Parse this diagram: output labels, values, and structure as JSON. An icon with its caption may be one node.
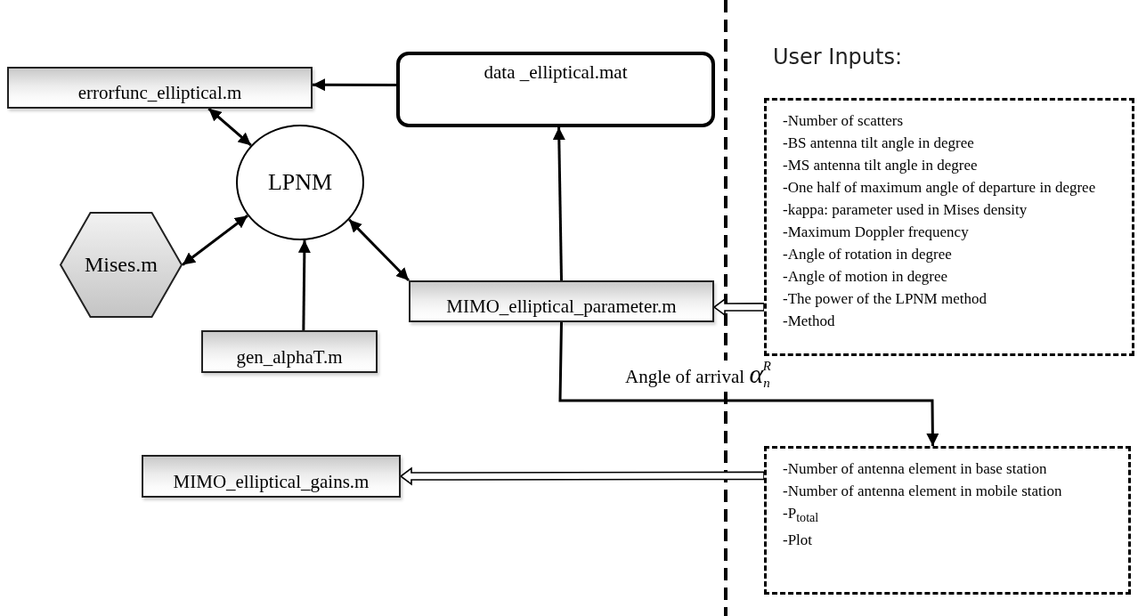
{
  "diagram": {
    "nodes": [
      {
        "text": [
          "errorfunc_elliptical.m"
        ]
      },
      {
        "text": [
          "data _elliptical.mat"
        ]
      },
      {
        "text": [
          "LPNM"
        ]
      },
      {
        "text": [
          "Mises.m"
        ]
      },
      {
        "text": [
          "MIMO_elliptical_parameter.m"
        ]
      },
      {
        "text": [
          "gen_alphaT.m"
        ]
      },
      {
        "text": [
          "-Number of scatters",
          "-BS antenna tilt angle in degree",
          "-MS antenna tilt angle in degree",
          "-One half of maximum angle of departure in degree",
          "-kappa: parameter used in Mises density",
          "-Maximum Doppler frequency",
          "-Angle of rotation in degree",
          "-Angle of motion in degree",
          "-The power of the LPNM method",
          "-Method"
        ]
      },
      {
        "text": [
          "-Number of antenna element in base station",
          "-Number of antenna element in mobile station",
          "-P$_{total}$",
          "-Plot"
        ]
      },
      {
        "text": [
          "MIMO_elliptical_gains.m"
        ]
      }
    ],
    "edges": [
      {
        "from": 1,
        "to": 0,
        "arrow": "to"
      },
      {
        "from": 2,
        "to": 0,
        "arrow": "both"
      },
      {
        "from": 2,
        "to": 3,
        "arrow": "both"
      },
      {
        "from": 5,
        "to": 2,
        "arrow": "to"
      },
      {
        "from": 2,
        "to": 4,
        "arrow": "both"
      },
      {
        "from": 4,
        "to": 1,
        "arrow": "to"
      },
      {
        "from": 6,
        "to": 4,
        "arrow": "to",
        "style": "thick"
      },
      {
        "from": 4,
        "to": 7,
        "arrow": "to",
        "label": "Angle of arrival *α*$_{n}$$^{R}$"
      },
      {
        "from": 7,
        "to": 8,
        "arrow": "to",
        "style": "thick"
      }
    ],
    "labels": [
      "User Inputs:"
    ]
  }
}
